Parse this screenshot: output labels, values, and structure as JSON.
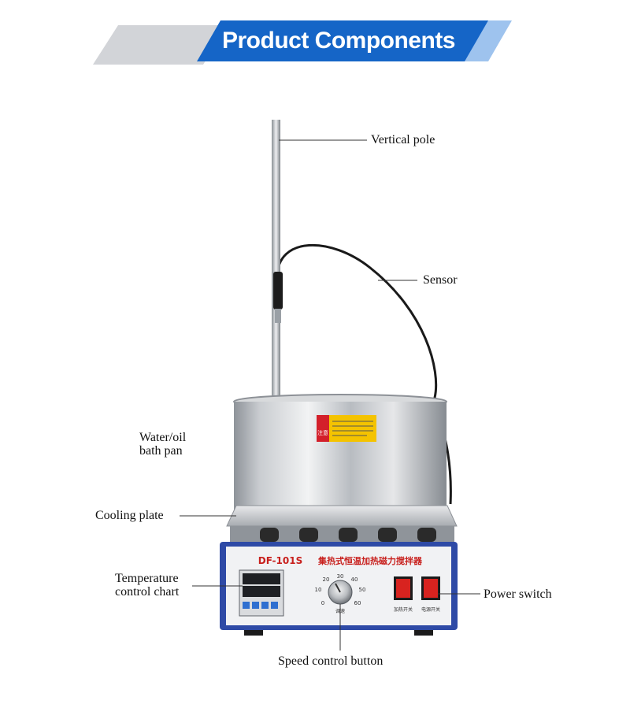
{
  "header": {
    "title": "Product Components",
    "colors": {
      "blue": "#1565c7",
      "light_blue": "#9ec3ee",
      "gray": "#d2d4d8"
    }
  },
  "labels": {
    "vertical_pole": "Vertical pole",
    "sensor": "Sensor",
    "bath_pan_line1": "Water/oil",
    "bath_pan_line2": "bath pan",
    "cooling_plate": "Cooling plate",
    "temp_line1": "Temperature",
    "temp_line2": "control chart",
    "power_switch": "Power switch",
    "speed_button": "Speed control button"
  },
  "device": {
    "model": "DF-101S",
    "name_cn": "集热式恒温加热磁力搅拌器",
    "dial_ticks": [
      "10",
      "20",
      "30",
      "40",
      "50",
      "60",
      "0"
    ],
    "dial_label": "调速",
    "switch_left_label": "加热开关",
    "switch_right_label": "电源开关",
    "warning_label": "注意",
    "colors": {
      "panel_frame": "#2e4aa6",
      "steel": "#c9ccd0",
      "switch_red": "#d8231f"
    }
  }
}
